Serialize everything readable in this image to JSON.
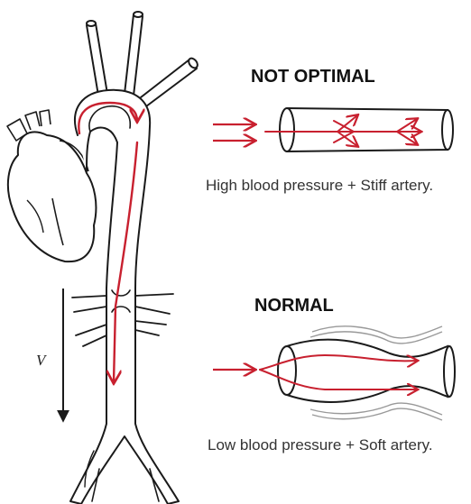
{
  "panels": {
    "top": {
      "heading": "NOT OPTIMAL",
      "caption": "High blood pressure + Stiff artery."
    },
    "bottom": {
      "heading": "NORMAL",
      "caption": "Low blood pressure + Soft artery."
    }
  },
  "velocity_label": "V",
  "colors": {
    "outline": "#1a1a1a",
    "flow_arrow": "#c8202f",
    "wave": "#999999",
    "text": "#111111"
  }
}
